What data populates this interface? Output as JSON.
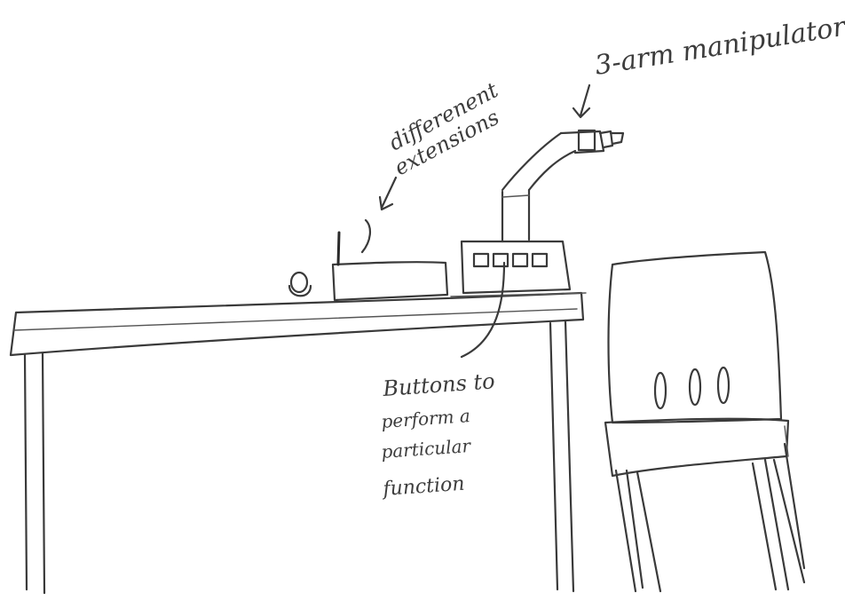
{
  "annotations": {
    "manipulator": "3-arm manipulator",
    "extensions_line1": "differenent",
    "extensions_line2": "extensions",
    "buttons_line1": "Buttons to",
    "buttons_line2": "perform a",
    "buttons_line3": "particular",
    "buttons_line4": "function"
  }
}
